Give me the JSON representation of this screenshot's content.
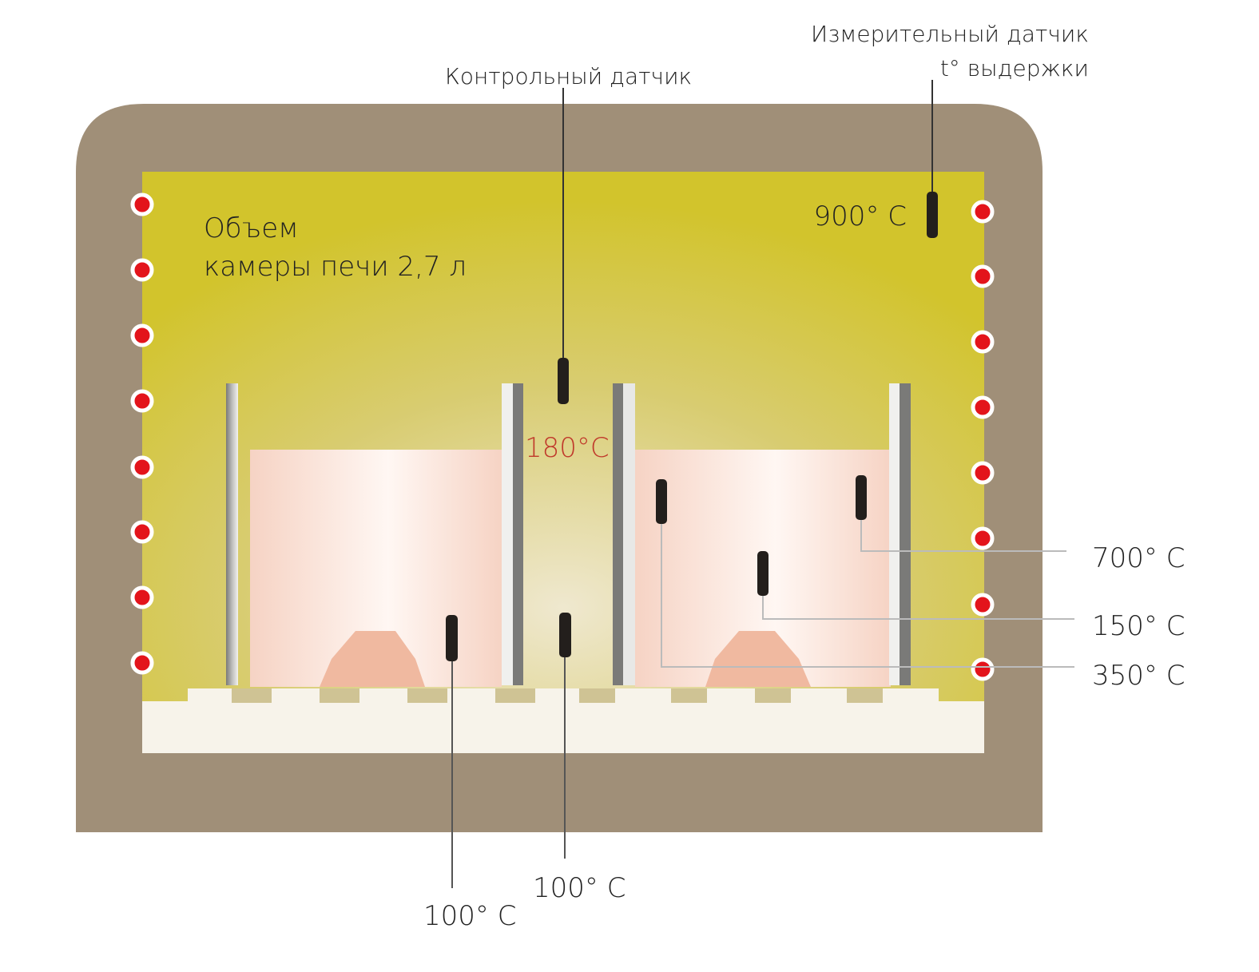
{
  "labels": {
    "control_sensor": "Контрольный датчик",
    "measuring_sensor_line1": "Измерительный датчик",
    "measuring_sensor_line2": "t° выдержки",
    "volume_line1": "Объем",
    "volume_line2": "камеры печи 2,7 л",
    "temp_top_right": "900° C",
    "temp_center": "180°C",
    "temp_700": "700° C",
    "temp_150": "150° C",
    "temp_350": "350° C",
    "temp_bottom_left": "100° C",
    "temp_bottom_center": "100° C"
  },
  "colors": {
    "wall": "#a08f78",
    "chamber": "#d2c531",
    "heater": "#e3141b",
    "highlight_temp": "#c0392b"
  }
}
